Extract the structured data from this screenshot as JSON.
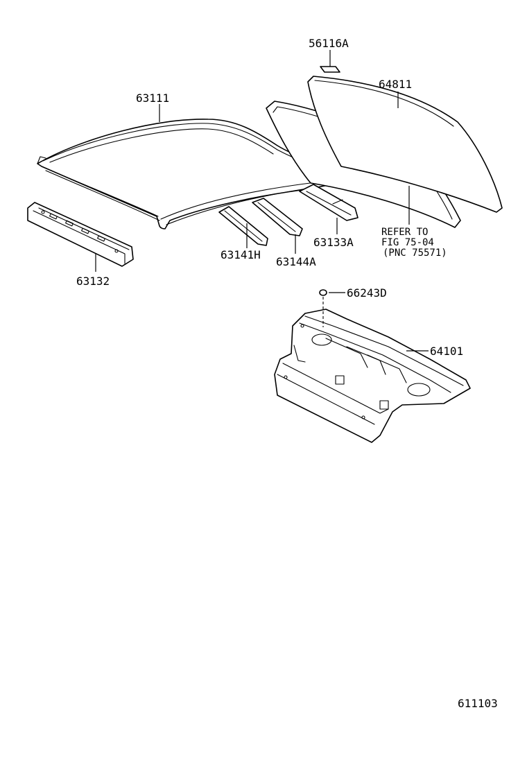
{
  "parts": [
    {
      "id": "p63111",
      "number": "63111"
    },
    {
      "id": "p63132",
      "number": "63132"
    },
    {
      "id": "p63141h",
      "number": "63141H"
    },
    {
      "id": "p63144a",
      "number": "63144A"
    },
    {
      "id": "p63133a",
      "number": "63133A"
    },
    {
      "id": "p56116a",
      "number": "56116A"
    },
    {
      "id": "p64811",
      "number": "64811"
    },
    {
      "id": "p66243d",
      "number": "66243D"
    },
    {
      "id": "p64101",
      "number": "64101"
    }
  ],
  "refer_note": {
    "line1": "REFER TO",
    "line2": "FIG 75-04",
    "line3": "(PNC 75571)"
  },
  "figure_code": "611103"
}
